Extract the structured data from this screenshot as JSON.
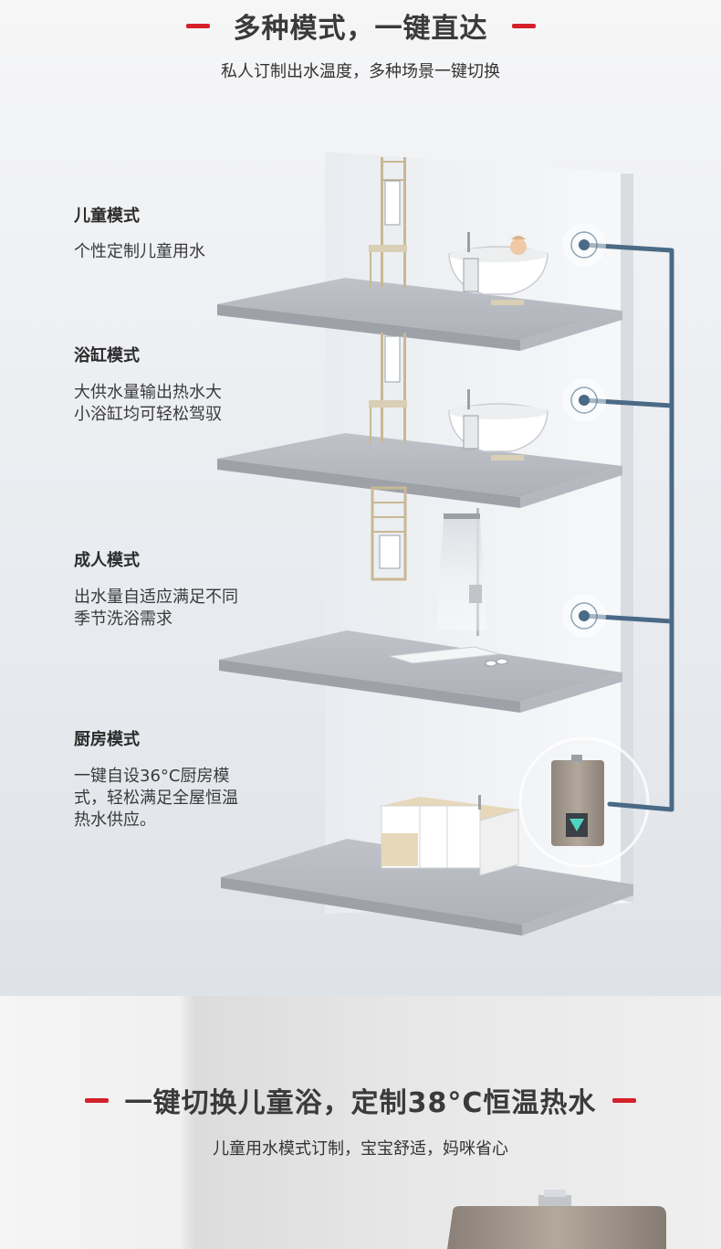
{
  "section1": {
    "title": "多种模式，一键直达",
    "subtitle": "私人订制出水温度，多种场景一键切换",
    "modes": [
      {
        "name": "儿童模式",
        "desc": "个性定制儿童用水"
      },
      {
        "name": "浴缸模式",
        "desc": "大供水量输出热水大小浴缸均可轻松驾驭"
      },
      {
        "name": "成人模式",
        "desc": "出水量自适应满足不同季节洗浴需求"
      },
      {
        "name": "厨房模式",
        "desc": "一键自设36°C厨房模式，轻松满足全屋恒温热水供应。"
      }
    ]
  },
  "section2": {
    "title": "一键切换儿童浴，定制38°C恒温热水",
    "subtitle": "儿童用水模式订制，宝宝舒适，妈咪省心"
  },
  "colors": {
    "accent": "#d5202a",
    "connector": "#4a6a86"
  }
}
